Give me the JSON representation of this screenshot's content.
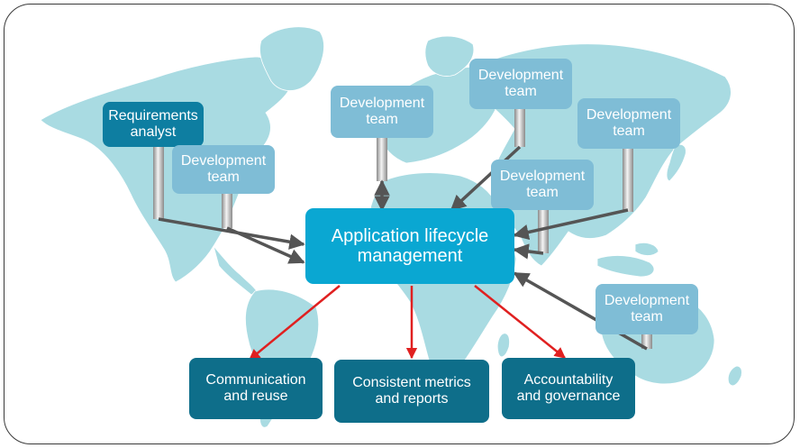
{
  "diagram": {
    "center": "Application lifecycle\nmanagement",
    "requirements_analyst": "Requirements\nanalyst",
    "dev_team": "Development\nteam",
    "outcomes": [
      "Communication\nand reuse",
      "Consistent metrics\nand reports",
      "Accountability\nand governance"
    ]
  },
  "colors": {
    "map": "#a9dbe2",
    "dev_box": "#7fbdd6",
    "requirements_box": "#0e7ea1",
    "center_box": "#0aa7d2",
    "outcome_box": "#0e6e8a",
    "connector_arrow": "#555555",
    "outcome_arrow": "#e02020"
  }
}
